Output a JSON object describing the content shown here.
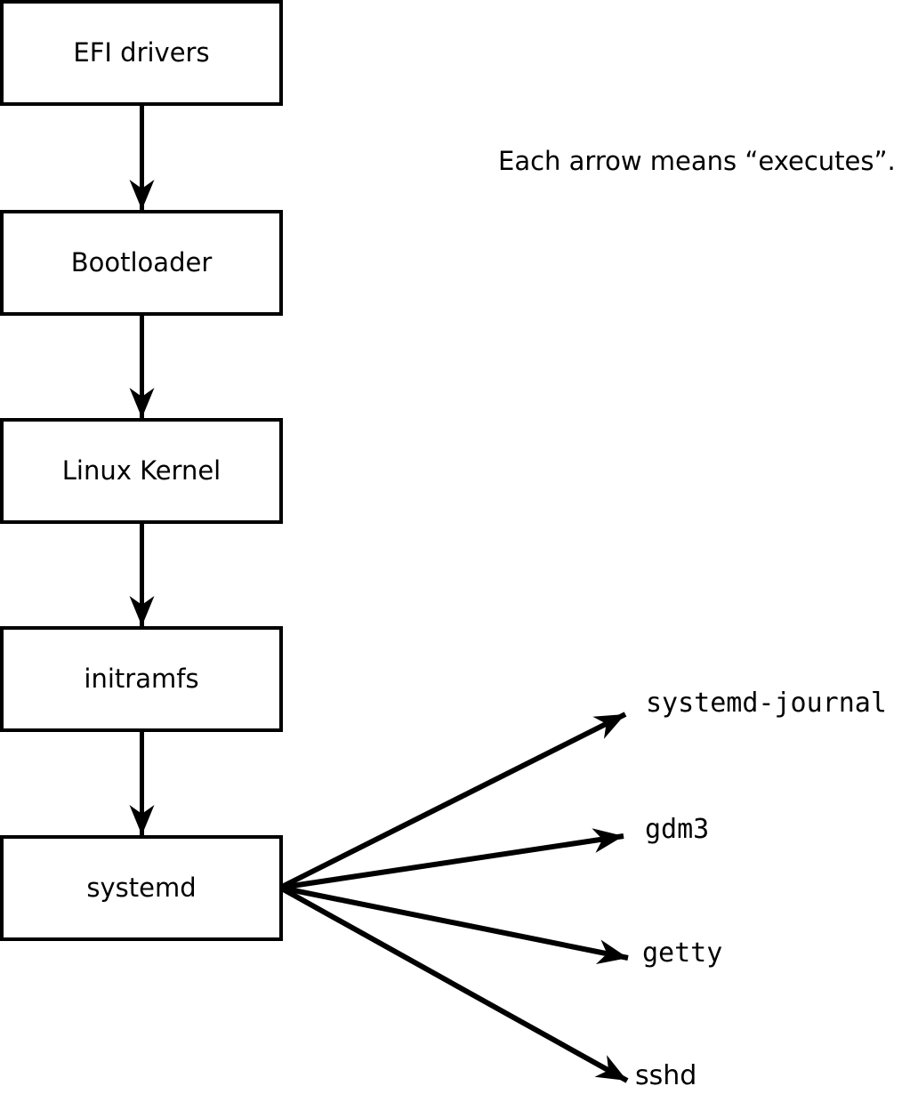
{
  "note": "Each arrow means “executes”.",
  "boxes": [
    {
      "label": "EFI drivers"
    },
    {
      "label": "Bootloader"
    },
    {
      "label": "Linux Kernel"
    },
    {
      "label": "initramfs"
    },
    {
      "label": "systemd"
    }
  ],
  "targets": [
    {
      "label": "systemd-journal"
    },
    {
      "label": "gdm3"
    },
    {
      "label": "getty"
    },
    {
      "label": "sshd"
    }
  ],
  "edges": {
    "chain": [
      "EFI drivers > Bootloader",
      "Bootloader > Linux Kernel",
      "Linux Kernel > initramfs",
      "initramfs > systemd"
    ],
    "fanout": [
      "systemd > systemd-journal",
      "systemd > gdm3",
      "systemd > getty",
      "systemd > sshd"
    ]
  },
  "colors": {
    "line": "#000000",
    "box_fill": "#ffffff",
    "text": "#000000",
    "background": "#ffffff"
  }
}
